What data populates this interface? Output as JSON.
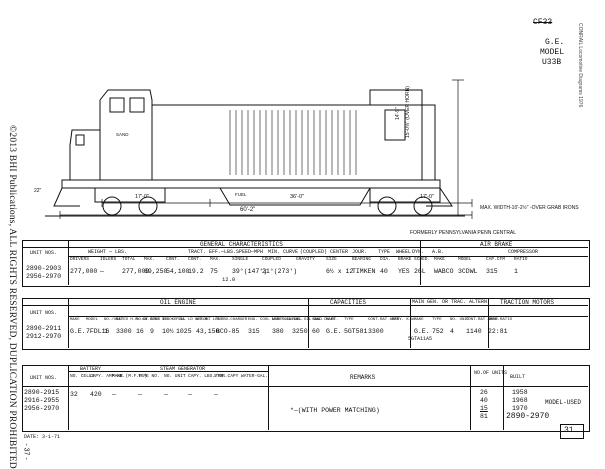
{
  "side": {
    "copyright": "©2013 BHI Publications, ALL RIGHTS RESERVED, DUPLICATION PROHIBITED",
    "page_mark": "- 37 -",
    "right_note": "CONRAIL    Locomotive Diagrams 1976"
  },
  "title": {
    "crossed": "CF33",
    "make": "G.E.",
    "model_label": "MODEL",
    "model": "U33B"
  },
  "dims": {
    "front": "17'-0\"",
    "center": "36'-0\"",
    "rear": "17'-0\"",
    "overall": "60'-2\"",
    "max_width": "MAX. WIDTH-10'-2½\" -OVER GRAB IRONS",
    "over_couplers": "FORMERLY PENNSYLVANIA PENN CENTRAL",
    "height": "15'-0⅝\" (OVER HORN)",
    "height2": "14'-9\"",
    "small": "22\""
  },
  "labels": {
    "sand": "SAND",
    "fuel": "FUEL"
  },
  "general": {
    "unit_label": "UNIT NOS.",
    "section": "GENERAL  CHARACTERISTICS",
    "air_section": "AIR BRAKE",
    "weight": "WEIGHT — LBS.",
    "tractive": "TRACT. EFF.—LBS.",
    "speed": "SPEED—MPH",
    "min_curve": "MIN. CURVE",
    "coupled": "(COUPLED)",
    "headers": [
      "DRIVERS",
      "IDLERS",
      "TOTAL",
      "MAX.",
      "CONT.",
      "CONT.",
      "MAX.",
      "SINGLE",
      "COUPLED",
      "GRAVITY",
      "SIZE",
      "BEARING",
      "DIA.",
      "BRAKE",
      "SCHED.",
      "MAKE",
      "MODEL",
      "CAP.CFM",
      "RATIO"
    ],
    "extra_headers": [
      "CENTER",
      "JOUR.",
      "TYPE",
      "WHEEL",
      "DYN.",
      "A.B.",
      "COMPRESSOR"
    ],
    "units": [
      "2890-2903",
      "2956-2970"
    ],
    "values": [
      "277,000",
      "—",
      "277,000",
      "69,250",
      "54,100",
      "19.2",
      "75",
      "39°(147')",
      "21°(273')",
      "",
      "6½ x 12",
      "TIMKEN",
      "40",
      "YES",
      "26L",
      "WABCO",
      "3CDWL",
      "315",
      "1"
    ],
    "speed_sub": "12.0"
  },
  "engine": {
    "unit_label": "UNIT NOS.",
    "section": "OIL  ENGINE",
    "capacities": "CAPACITIES",
    "main_gen": "MAIN GEN. OR TRAC. ALTERN.",
    "traction": "TRACTION MOTORS",
    "headers": [
      "MAKE",
      "MODEL",
      "NO./UNIT",
      "RATED H.P. GA.",
      "NO.OF CYLS",
      "BORE IN.",
      "STROKE IN.",
      "FULL LD R.P.M.",
      "WEIGHT LBS.",
      "TURBO-CHARGER",
      "ENG. COOL WATER-GAL.",
      "LUBE OIL GAL.",
      "FUEL OIL GAL.",
      "SAND CU.FT.",
      "MAKE",
      "TYPE",
      "CONT.RAT AMPS.",
      "CAPY. K.W.",
      "MAKE",
      "TYPE",
      "NO. UNIT",
      "CONT.RAT AMPS.",
      "GEAR RATIO"
    ],
    "units": [
      "2890-2911",
      "2912-2970"
    ],
    "values": [
      "G.E.",
      "7FDL16",
      "1",
      "3300",
      "16",
      "9",
      "10½",
      "1025",
      "43,150",
      "BCO-85",
      "315",
      "380",
      "3250",
      "60",
      "G.E.",
      "5GT581",
      "3300",
      "",
      "G.E.",
      "752",
      "4",
      "1140",
      "22:81"
    ],
    "gen_sub": "5GTA11A5"
  },
  "battery": {
    "unit_label": "UNIT NOS.",
    "battery_section": "BATTERY",
    "steam_section": "STEAM  GENERATOR",
    "headers": [
      "NO. CELLS",
      "CAPY. AMP-HR.",
      "MAKE (M.F.R.)",
      "TYPE NO.",
      "NO. UNIT",
      "CAPY. LBS./HR.",
      "STOR.CAPY WATER-GAL."
    ],
    "units": [
      "2890-2915",
      "2916-2955",
      "2956-2970"
    ],
    "values": [
      "32",
      "420",
      "—",
      "—",
      "—",
      "—",
      "—"
    ],
    "remarks_label": "REMARKS",
    "remark": "*—(WITH POWER MATCHING)",
    "units_label": "NO.OF UNITS",
    "built_label": "BUILT",
    "unit_counts": [
      "26",
      "40",
      "15",
      "81"
    ],
    "built": [
      "1958",
      "1968",
      "1970"
    ],
    "model_used": "MODEL-USED",
    "model_range": "2890-2970",
    "page_no": "31",
    "date": "DATE: 3-1-71"
  }
}
